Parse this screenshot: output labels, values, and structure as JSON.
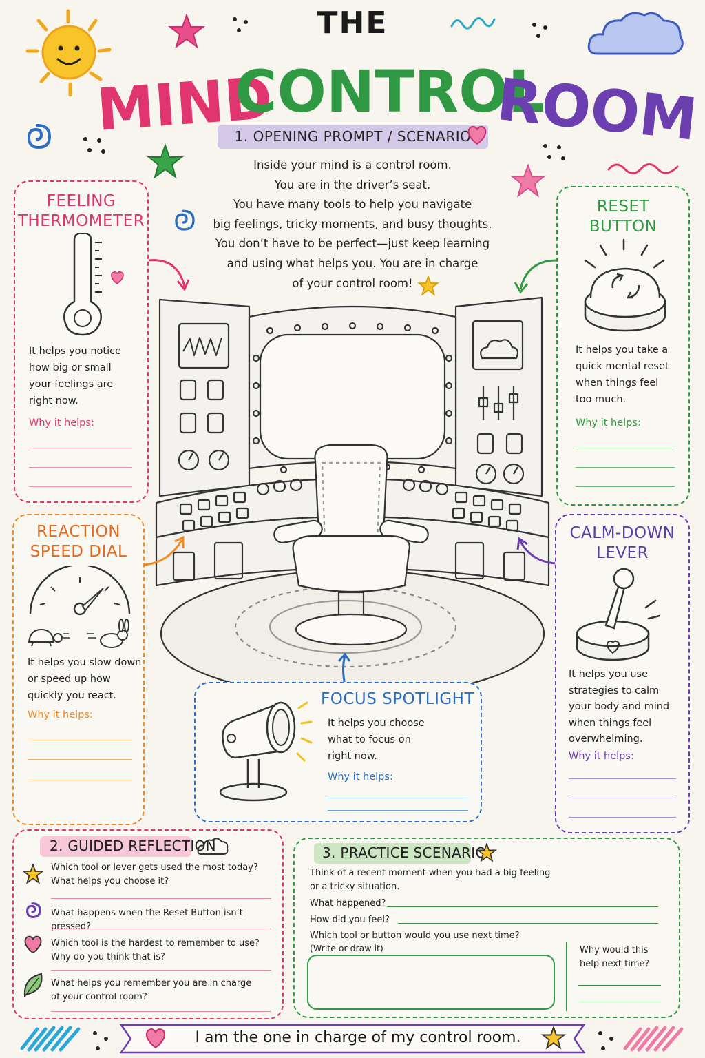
{
  "header": {
    "the": "THE",
    "title_words": [
      "MIND",
      "CONTROL",
      "ROOM"
    ]
  },
  "opening": {
    "label": "1. OPENING PROMPT / SCENARIO",
    "lines": [
      "Inside your mind is a control room.",
      "You are in the driver’s seat.",
      "You have many tools to help you navigate",
      "big feelings, tricky moments, and busy thoughts.",
      "You don’t have to be perfect—just keep learning",
      "and using what helps you. You are in charge",
      "of your control room!"
    ]
  },
  "tools": {
    "thermometer": {
      "title_lines": [
        "FEELING",
        "THERMOMETER"
      ],
      "text_lines": [
        "It helps you notice",
        "how big or small",
        "your feelings are",
        "right now."
      ],
      "why": "Why it helps:",
      "color": "#d8356f"
    },
    "reset": {
      "title_lines": [
        "RESET",
        "BUTTON"
      ],
      "text_lines": [
        "It helps you take a",
        "quick mental reset",
        "when things feel",
        "too much."
      ],
      "why": "Why it helps:",
      "color": "#2f8a3a"
    },
    "reaction": {
      "title_lines": [
        "REACTION",
        "SPEED DIAL"
      ],
      "text_lines": [
        "It helps you slow down",
        "or speed up how",
        "quickly you react."
      ],
      "why": "Why it helps:",
      "color": "#e56a1e"
    },
    "calm": {
      "title_lines": [
        "CALM-DOWN",
        "LEVER"
      ],
      "text_lines": [
        "It helps you use",
        "strategies to calm",
        "your body and mind",
        "when things feel",
        "overwhelming."
      ],
      "why": "Why it helps:",
      "color": "#5b3fa6"
    },
    "focus": {
      "title": "FOCUS SPOTLIGHT",
      "text_lines": [
        "It helps you choose",
        "what to focus on",
        "right now."
      ],
      "why": "Why it helps:",
      "color": "#2a6fb8"
    }
  },
  "reflection": {
    "title": "2. GUIDED REFLECTION",
    "questions": [
      [
        "Which tool or lever gets used the most today?",
        "What helps you choose it?"
      ],
      [
        "What happens when the Reset Button isn’t pressed?"
      ],
      [
        "Which tool is the hardest to remember to use?",
        "Why do you think that is?"
      ],
      [
        "What helps you remember you are in charge",
        "of your control room?"
      ]
    ]
  },
  "practice": {
    "title": "3. PRACTICE SCENARIO",
    "intro_lines": [
      "Think of a recent moment when you had a big feeling",
      "or a tricky situation."
    ],
    "what_happened": "What happened?",
    "how_feel": "How did you feel?",
    "which_tool": "Which tool or button would you use next time?",
    "write_draw": "(Write or draw it)",
    "why_next_lines": [
      "Why would this",
      "help next time?"
    ]
  },
  "footer": {
    "affirmation": "I am the one in charge of my control room."
  },
  "colors": {
    "pink": "#e0356f",
    "orange": "#f08a24",
    "yellow": "#f2c11d",
    "green": "#2f9a43",
    "blue": "#2a6fc4",
    "purple": "#6b3fb0",
    "magenta": "#d8356f",
    "teal": "#1e8fa6"
  },
  "icons": [
    "sun-icon",
    "star-icon",
    "cloud-icon",
    "spiral-icon",
    "heart-icon",
    "leaf-icon",
    "thermometer-icon",
    "reset-button-icon",
    "speed-dial-icon",
    "turtle-icon",
    "rabbit-icon",
    "joystick-lever-icon",
    "spotlight-icon",
    "control-room-illustration"
  ]
}
